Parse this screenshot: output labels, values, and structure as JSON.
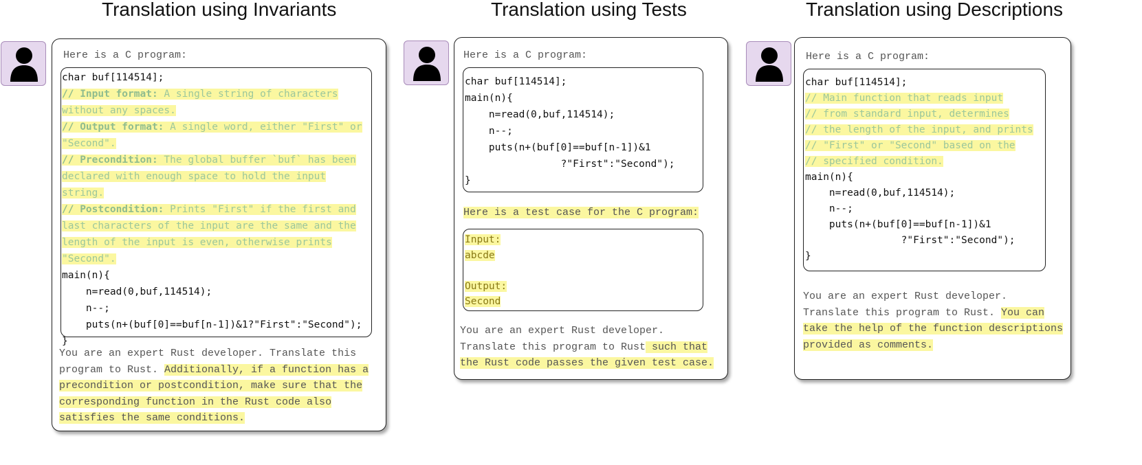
{
  "panels": [
    {
      "title": "Translation using Invariants",
      "intro": "Here is a C program:",
      "code": {
        "decl": "char buf[114514];",
        "annotations": [
          {
            "label": "// Input format:",
            "lines": [
              " A single string of characters",
              "without any spaces."
            ]
          },
          {
            "label": "// Output format:",
            "lines": [
              " A single word, either \"First\" or",
              "\"Second\"."
            ]
          },
          {
            "label": "// Precondition:",
            "lines": [
              " The global buffer `buf` has been",
              "declared with enough space to hold the input",
              "string."
            ]
          },
          {
            "label": "// Postcondition:",
            "lines": [
              " Prints \"First\" if the first and",
              "last characters of the input are the same and the",
              "length of the input is even, otherwise prints",
              "\"Second\"."
            ]
          }
        ],
        "body": [
          "main(n){",
          "    n=read(0,buf,114514);",
          "    n--;",
          "    puts(n+(buf[0]==buf[n-1])&1?\"First\":\"Second\");",
          "}"
        ]
      },
      "outro_plain": [
        "You are an expert Rust developer. Translate this",
        "program to Rust. "
      ],
      "outro_highlight": [
        "Additionally, if a function has a",
        "precondition or postcondition, make sure that the",
        "corresponding function in the Rust code also",
        "satisfies the same conditions."
      ]
    },
    {
      "title": "Translation using Tests",
      "intro": "Here is a C program:",
      "code": [
        "char buf[114514];",
        "main(n){",
        "    n=read(0,buf,114514);",
        "    n--;",
        "    puts(n+(buf[0]==buf[n-1])&1",
        "                ?\"First\":\"Second\");",
        "}"
      ],
      "test_intro": "Here is a test case for the C program:",
      "test": {
        "input_label": "Input:",
        "input": "abcde",
        "output_label": "Output:",
        "output": "Second"
      },
      "outro_plain": [
        "You are an expert Rust developer.",
        "Translate this program to Rust"
      ],
      "outro_highlight": [
        " such that",
        "the Rust code passes the given test case."
      ]
    },
    {
      "title": "Translation using Descriptions",
      "intro": "Here is a C program:",
      "code": {
        "decl": "char buf[114514];",
        "comments": [
          "// Main function that reads input",
          "// from standard input, determines",
          "// the length of the input, and prints",
          "// \"First\" or \"Second\" based on the",
          "// specified condition."
        ],
        "body": [
          "main(n){",
          "    n=read(0,buf,114514);",
          "    n--;",
          "    puts(n+(buf[0]==buf[n-1])&1",
          "                ?\"First\":\"Second\");",
          "}"
        ]
      },
      "outro_plain": [
        "You are an expert Rust developer.",
        "Translate this program to Rust. "
      ],
      "outro_highlight": [
        "You can",
        "take the help of the function descriptions",
        "provided as comments."
      ]
    }
  ]
}
